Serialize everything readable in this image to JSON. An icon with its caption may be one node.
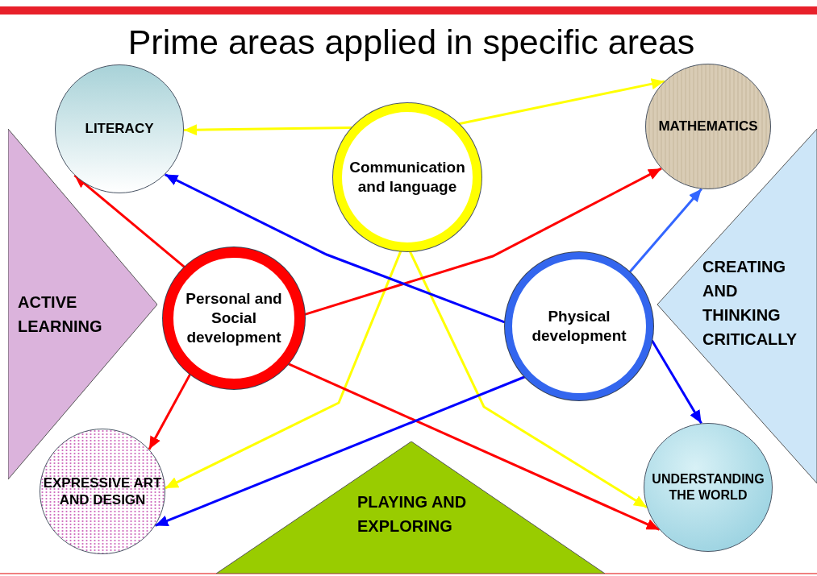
{
  "diagram": {
    "title": "Prime areas applied in specific areas",
    "nodes": [
      {
        "text": [
          "LITERACY"
        ]
      },
      {
        "text": [
          "Communication and language"
        ]
      },
      {
        "text": [
          "MATHEMATICS"
        ]
      },
      {
        "text": [
          "ACTIVE LEARNING"
        ]
      },
      {
        "text": [
          "Personal and Social development"
        ]
      },
      {
        "text": [
          "Physical development"
        ]
      },
      {
        "text": [
          "CREATING AND THINKING CRITICALLY"
        ]
      },
      {
        "text": [
          "EXPRESSIVE ART AND DESIGN"
        ]
      },
      {
        "text": [
          "PLAYING AND EXPLORING"
        ]
      },
      {
        "text": [
          "UNDERSTANDING THE WORLD"
        ]
      }
    ],
    "edges": [
      {
        "from": 1,
        "to": 0,
        "arrow": "to",
        "color": "#ffff00"
      },
      {
        "from": 1,
        "to": 2,
        "arrow": "to",
        "color": "#ffff00"
      },
      {
        "from": 1,
        "to": 7,
        "arrow": "to",
        "color": "#ffff00"
      },
      {
        "from": 1,
        "to": 9,
        "arrow": "to",
        "color": "#ffff00"
      },
      {
        "from": 4,
        "to": 0,
        "arrow": "to",
        "color": "#ff0000"
      },
      {
        "from": 4,
        "to": 2,
        "arrow": "to",
        "color": "#ff0000"
      },
      {
        "from": 4,
        "to": 7,
        "arrow": "to",
        "color": "#ff0000"
      },
      {
        "from": 4,
        "to": 9,
        "arrow": "to",
        "color": "#ff0000"
      },
      {
        "from": 5,
        "to": 0,
        "arrow": "to",
        "color": "#0000ff"
      },
      {
        "from": 5,
        "to": 2,
        "arrow": "to",
        "color": "#3366ff"
      },
      {
        "from": 5,
        "to": 7,
        "arrow": "to",
        "color": "#0000ff"
      },
      {
        "from": 5,
        "to": 9,
        "arrow": "to",
        "color": "#0000ff"
      }
    ]
  }
}
